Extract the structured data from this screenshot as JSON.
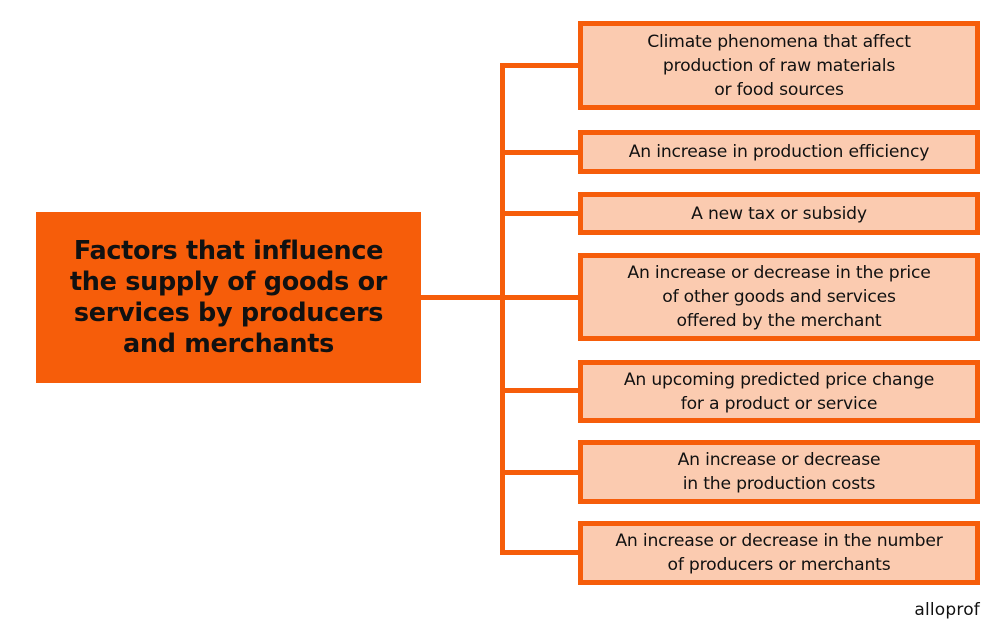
{
  "diagram": {
    "type": "tree-diagram",
    "colors": {
      "accent": "#f65d0a",
      "box_fill": "#fbcbb0",
      "text": "#111111",
      "background": "#ffffff"
    },
    "root": {
      "label": "Factors that influence\nthe supply of goods or\nservices by producers\nand merchants"
    },
    "factors": [
      {
        "label": "Climate phenomena that affect\nproduction of raw materials\nor food sources"
      },
      {
        "label": "An increase in production efficiency"
      },
      {
        "label": "A new tax or subsidy"
      },
      {
        "label": "An increase or decrease in the price\nof other goods and services\noffered by the merchant"
      },
      {
        "label": "An upcoming predicted price change\nfor a product or service"
      },
      {
        "label": "An increase or decrease\nin the production costs"
      },
      {
        "label": "An increase or decrease in the number\nof producers or merchants"
      }
    ]
  },
  "branding": {
    "logo": "alloprof"
  }
}
